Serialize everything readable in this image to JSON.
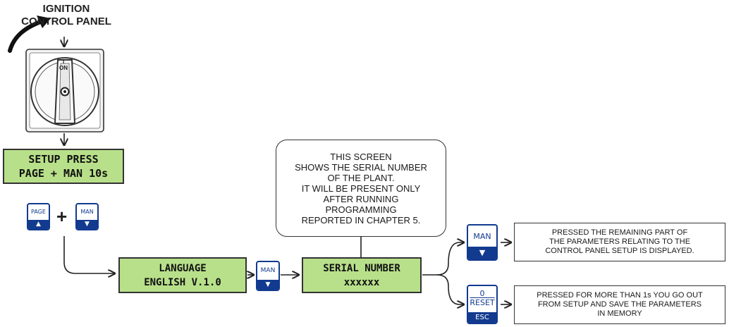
{
  "panel_title": {
    "line1": "IGNITION",
    "line2": "CONTROL PANEL"
  },
  "switch": {
    "on_label": "ON",
    "pointer_label": "I"
  },
  "lcd_setup": {
    "line1": "SETUP PRESS",
    "line2": "PAGE + MAN 10s"
  },
  "keys": {
    "page": {
      "label": "PAGE",
      "symbol": "▲"
    },
    "plus": "+",
    "man": {
      "label": "MAN",
      "symbol": "▼"
    },
    "reset": {
      "top": "0",
      "middle": "RESET",
      "bottom": "ESC"
    }
  },
  "lcd_language": {
    "line1": "LANGUAGE",
    "line2": "ENGLISH V.1.0"
  },
  "lcd_serial": {
    "line1": "SERIAL NUMBER",
    "line2": "xxxxxx"
  },
  "serial_note": {
    "lines": [
      "THIS SCREEN",
      "SHOWS THE SERIAL NUMBER",
      "OF THE PLANT.",
      "IT WILL BE PRESENT ONLY",
      "AFTER RUNNING",
      "PROGRAMMING",
      "REPORTED IN CHAPTER 5."
    ]
  },
  "man_result": {
    "lines": [
      "PRESSED THE REMAINING PART OF",
      "THE PARAMETERS RELATING TO THE",
      "CONTROL PANEL SETUP IS DISPLAYED."
    ]
  },
  "reset_result": {
    "lines": [
      "PRESSED FOR MORE THAN 1s YOU GO OUT",
      "FROM SETUP AND SAVE THE PARAMETERS",
      "IN MEMORY"
    ]
  },
  "colors": {
    "lcd": "#b8e08a",
    "key_blue": "#123a8f",
    "line": "#222222"
  },
  "icons": {
    "rotate_arrow": "curved-arrow-icon",
    "down_arrow": "arrow-down-icon",
    "right_arrow": "arrow-right-icon"
  }
}
